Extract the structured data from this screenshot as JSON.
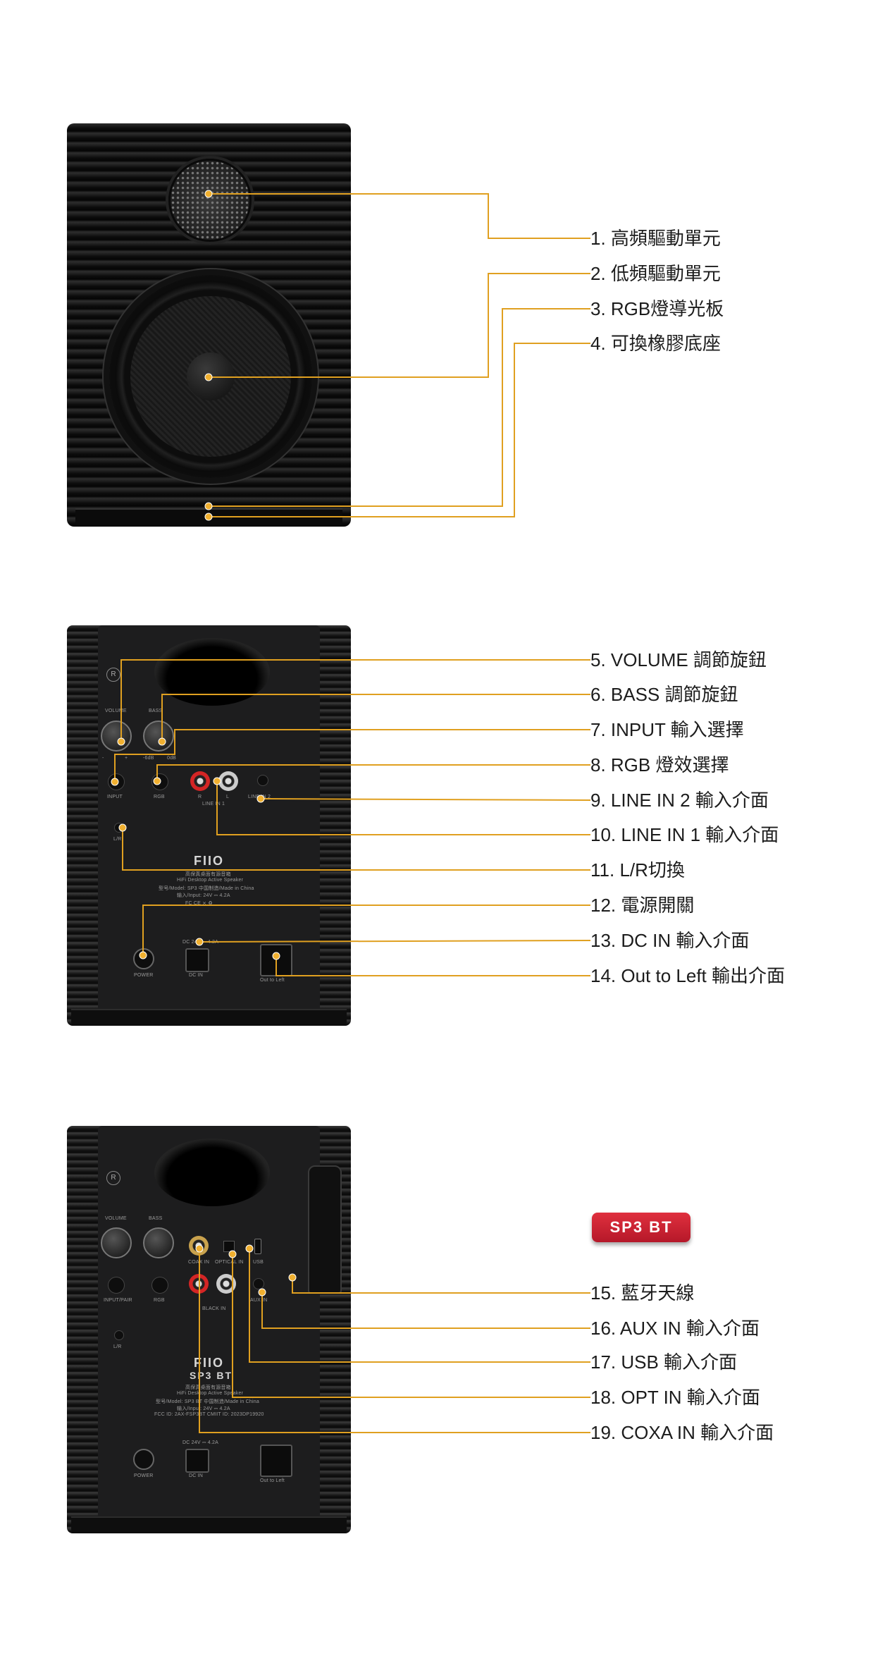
{
  "labels": {
    "l1": "1. 高頻驅動單元",
    "l2": "2. 低頻驅動單元",
    "l3": "3. RGB燈導光板",
    "l4": "4. 可換橡膠底座",
    "l5": "5. VOLUME 調節旋鈕",
    "l6": "6. BASS 調節旋鈕",
    "l7": "7. INPUT 輸入選擇",
    "l8": "8. RGB 燈效選擇",
    "l9": "9. LINE IN 2 輸入介面",
    "l10": "10. LINE IN 1 輸入介面",
    "l11": "11. L/R切換",
    "l12": "12. 電源開關",
    "l13": "13. DC IN 輸入介面",
    "l14": "14. Out to Left 輸出介面",
    "l15": "15. 藍牙天線",
    "l16": "16. AUX IN 輸入介面",
    "l17": "17. USB 輸入介面",
    "l18": "18. OPT IN 輸入介面",
    "l19": "19. COXA IN 輸入介面"
  },
  "badge": "SP3 BT",
  "panel1": {
    "logo": "FIIO",
    "volume": "VOLUME",
    "bass": "BASS",
    "minus": "-",
    "plus": "+",
    "db1": "-6dB",
    "db2": "0dB",
    "input": "INPUT",
    "rgb": "RGB",
    "r": "R",
    "l": "L",
    "line_in_1": "LINE IN 1",
    "line_in_2": "LINE IN 2",
    "lr": "L/R",
    "info1": "高保真桌面有源音箱",
    "info2": "HiFi Desktop Active Speaker",
    "info3": "型号/Model: SP3  中国制造/Made in China",
    "info4": "输入/Input: 24V ⎓ 4.2A",
    "info5": "FC CE ⨯ ♻",
    "power": "POWER",
    "dcin": "DC IN",
    "dcspec": "DC 24V ⎓ 4.2A",
    "out": "Out to Left",
    "r_mark": "R"
  },
  "panel2": {
    "logo": "FIIO",
    "model": "SP3 BT",
    "volume": "VOLUME",
    "bass": "BASS",
    "input_pair": "INPUT/PAIR",
    "rgb": "RGB",
    "coax_in": "COAX IN",
    "optical_in": "OPTICAL IN",
    "usb": "USB",
    "aux_in": "AUX IN",
    "black_in": "BLACK IN",
    "lr": "L/R",
    "info1": "高保真桌面有源音箱",
    "info2": "HiFi Desktop Active Speaker",
    "info3": "型号/Model: SP3 BT  中国制造/Made in China",
    "info4": "输入/Input: 24V ⎓ 4.2A",
    "info5": "FCC ID: 2AX-FSP3BT  CMIIT ID: 2023DP19920",
    "power": "POWER",
    "dcin": "DC IN",
    "dcspec": "DC 24V ⎓ 4.2A",
    "out": "Out to Left",
    "r_mark": "R"
  },
  "colors": {
    "line": "#e0a020",
    "dot": "#f0b030",
    "badge": "#c8202f"
  }
}
